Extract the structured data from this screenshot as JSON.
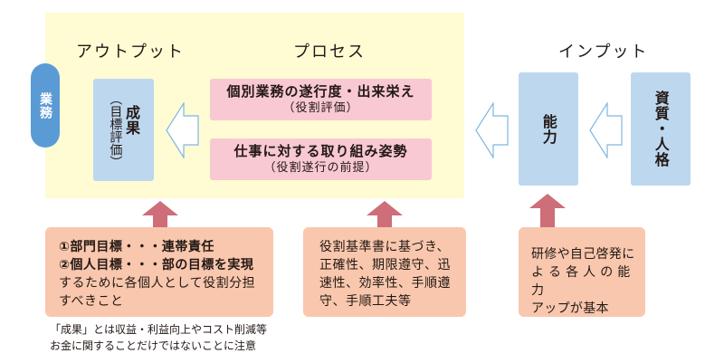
{
  "colors": {
    "process_background": "#fffbd3",
    "pill": "#5b9bd5",
    "blue_box": "#bdd7ee",
    "pink_box": "#f8c9d2",
    "note_box": "#f8c7ad",
    "up_arrow": "#cd6e78",
    "hollow_arrow_stroke": "#7fb7e0"
  },
  "headers": {
    "output": "アウトプット",
    "process": "プロセス",
    "input": "インプット"
  },
  "pill": {
    "label": "業務"
  },
  "output_box": {
    "title": "成果",
    "subtitle": "（目標評価）"
  },
  "process_boxes": [
    {
      "main": "個別業務の遂行度・出来栄え",
      "sub": "（役割評価）"
    },
    {
      "main": "仕事に対する取り組み姿勢",
      "sub": "（役割遂行の前提）"
    }
  ],
  "input_boxes": {
    "ability": "能力",
    "character": "資質・人格"
  },
  "notes": {
    "output": {
      "lines": [
        "①部門目標・・・連帯責任",
        "②個人目標・・・部の目標を実現",
        "するために各個人として役割分担",
        "すべきこと"
      ]
    },
    "process": {
      "lines": [
        "役割基準書に基づき、",
        "正確性、期限遵守、迅",
        "速性、効率性、手順遵",
        "守、手順工夫等"
      ]
    },
    "input": {
      "lines": [
        "研修や自己啓発に",
        "よ る 各 人 の 能 力",
        "アップが基本"
      ]
    }
  },
  "footnote": {
    "lines": [
      "「成果」とは収益・利益向上やコスト削減等",
      "お金に関することだけではないことに注意"
    ]
  }
}
